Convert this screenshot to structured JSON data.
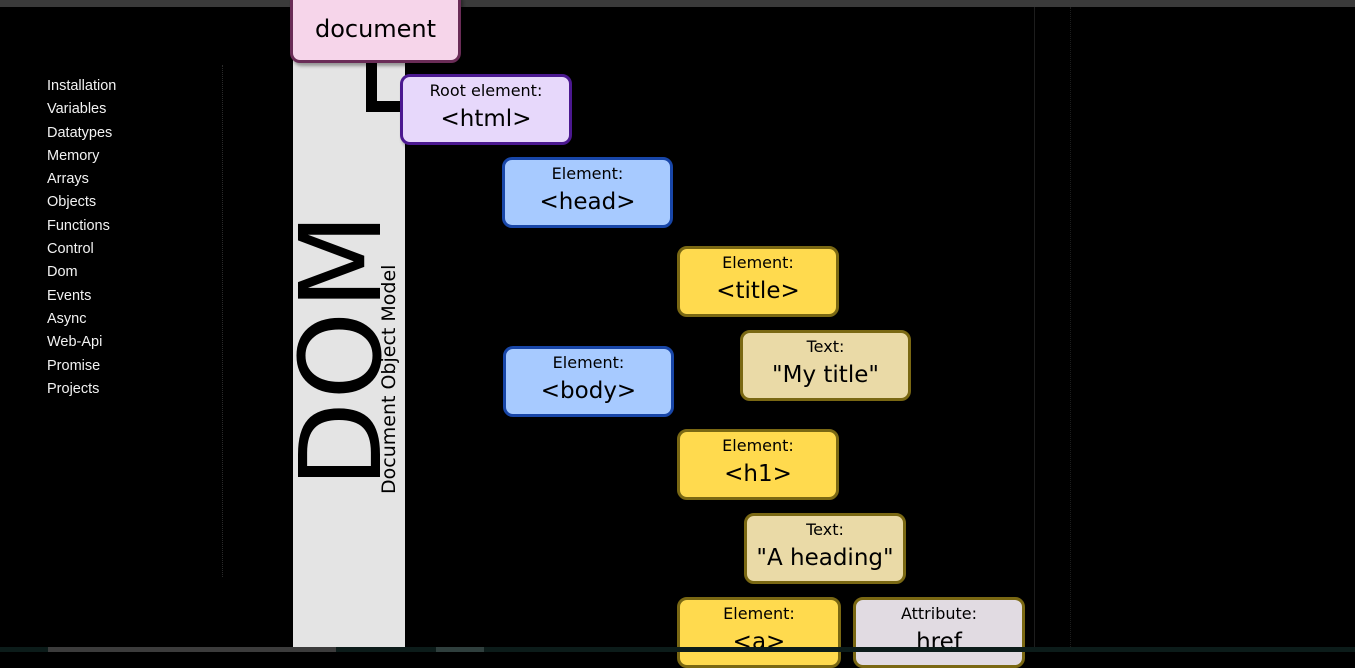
{
  "sidebar": {
    "items": [
      {
        "label": "Installation"
      },
      {
        "label": "Variables"
      },
      {
        "label": "Datatypes"
      },
      {
        "label": "Memory"
      },
      {
        "label": "Arrays"
      },
      {
        "label": "Objects"
      },
      {
        "label": "Functions"
      },
      {
        "label": "Control"
      },
      {
        "label": "Dom"
      },
      {
        "label": "Events"
      },
      {
        "label": "Async"
      },
      {
        "label": "Web-Api"
      },
      {
        "label": "Promise"
      },
      {
        "label": "Projects"
      }
    ]
  },
  "diagram": {
    "dom_label": "DOM",
    "dom_subtitle": "Document Object Model",
    "nodes": {
      "document": {
        "value": "document"
      },
      "html": {
        "kind": "Root element:",
        "value": "<html>"
      },
      "head": {
        "kind": "Element:",
        "value": "<head>"
      },
      "title": {
        "kind": "Element:",
        "value": "<title>"
      },
      "title_text": {
        "kind": "Text:",
        "value": "\"My title\""
      },
      "body": {
        "kind": "Element:",
        "value": "<body>"
      },
      "h1": {
        "kind": "Element:",
        "value": "<h1>"
      },
      "h1_text": {
        "kind": "Text:",
        "value": "\"A heading\""
      },
      "a": {
        "kind": "Element:",
        "value": "<a>"
      },
      "href": {
        "kind": "Attribute:",
        "value": "href"
      }
    },
    "colors": {
      "document": "#f6d5ea",
      "root": "#e7d8fb",
      "element_blue": "#a7caff",
      "element_yellow": "#ffda4e",
      "text": "#eadaa7",
      "attribute": "#e1dbe2"
    }
  }
}
